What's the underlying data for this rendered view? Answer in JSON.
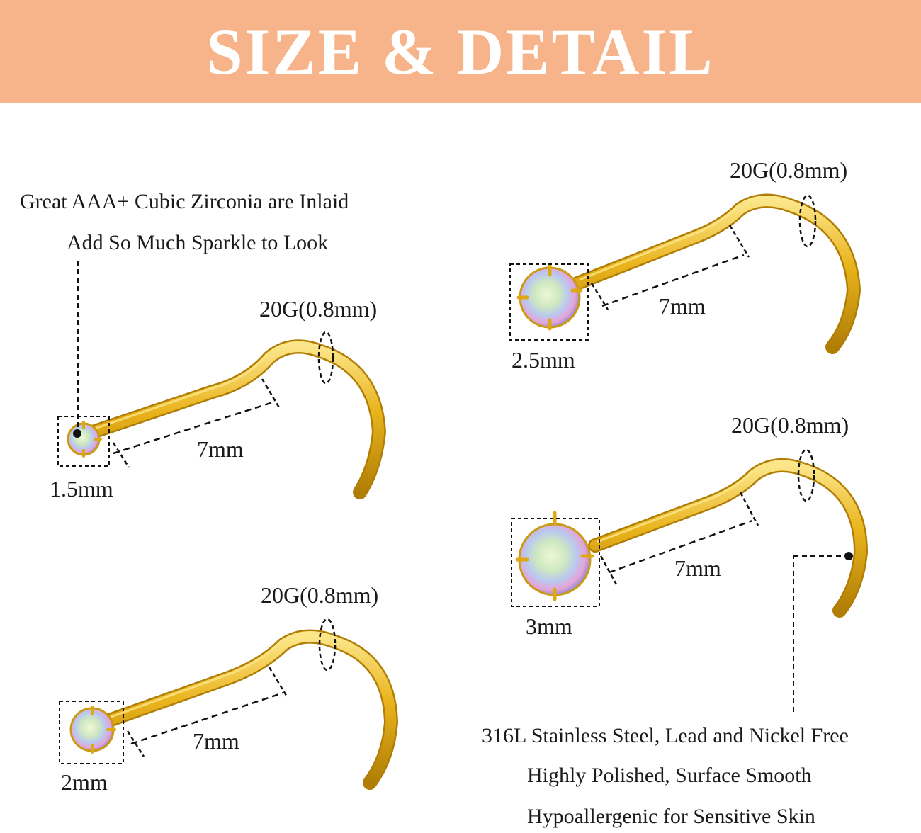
{
  "header": {
    "title": "SIZE & DETAIL",
    "background": "#f7b48a",
    "text_color": "#ffffff"
  },
  "colors": {
    "gold": "#e9b31c",
    "gold_shadow": "#b07e05",
    "gold_highlight": "#fce68a",
    "line": "#111111"
  },
  "callouts": {
    "zirconia": [
      "Great AAA+ Cubic Zirconia  are Inlaid",
      "Add So Much Sparkle to Look"
    ],
    "steel": [
      "316L Stainless Steel, Lead and Nickel Free",
      "Highly Polished, Surface Smooth",
      "Hypoallergenic for Sensitive Skin"
    ]
  },
  "studs": [
    {
      "gauge": "20G(0.8mm)",
      "length": "7mm",
      "stone": "1.5mm"
    },
    {
      "gauge": "20G(0.8mm)",
      "length": "7mm",
      "stone": "2mm"
    },
    {
      "gauge": "20G(0.8mm)",
      "length": "7mm",
      "stone": "2.5mm"
    },
    {
      "gauge": "20G(0.8mm)",
      "length": "7mm",
      "stone": "3mm"
    }
  ]
}
